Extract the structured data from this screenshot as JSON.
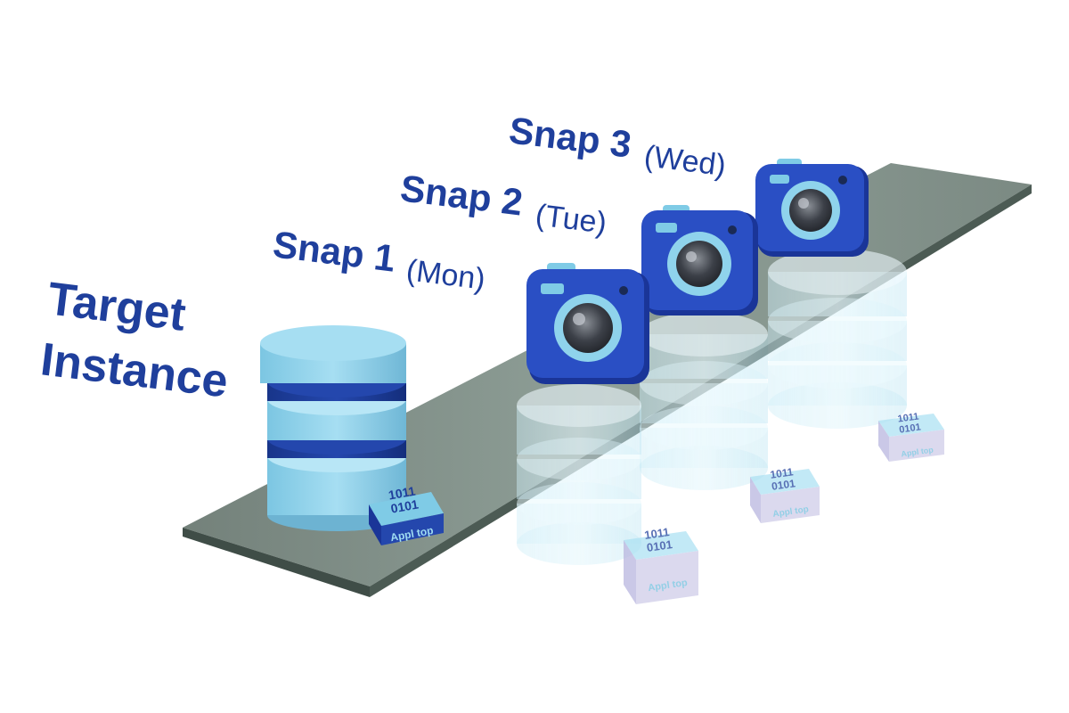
{
  "colors": {
    "brand_blue": "#1f3f9c",
    "camera_body": "#2a4fc4",
    "camera_body_dark": "#1a3598",
    "disk_light": "#8fd3ec",
    "disk_dark": "#1f3f9c",
    "glass": "#5d6f66",
    "ghost": "#bde6f4",
    "binary": "#1f3f9c"
  },
  "target": {
    "line1": "Target",
    "line2": "Instance",
    "chip_label": "Appl top",
    "binary_line1": "1011",
    "binary_line2": "0101"
  },
  "snaps": [
    {
      "name": "Snap 1",
      "day": "(Mon)",
      "camera_icon": "camera-icon",
      "chip_label": "Appl top",
      "binary_line1": "1011",
      "binary_line2": "0101"
    },
    {
      "name": "Snap 2",
      "day": "(Tue)",
      "camera_icon": "camera-icon",
      "chip_label": "Appl top",
      "binary_line1": "1011",
      "binary_line2": "0101"
    },
    {
      "name": "Snap 3",
      "day": "(Wed)",
      "camera_icon": "camera-icon",
      "chip_label": "Appl top",
      "binary_line1": "1011",
      "binary_line2": "0101"
    }
  ]
}
